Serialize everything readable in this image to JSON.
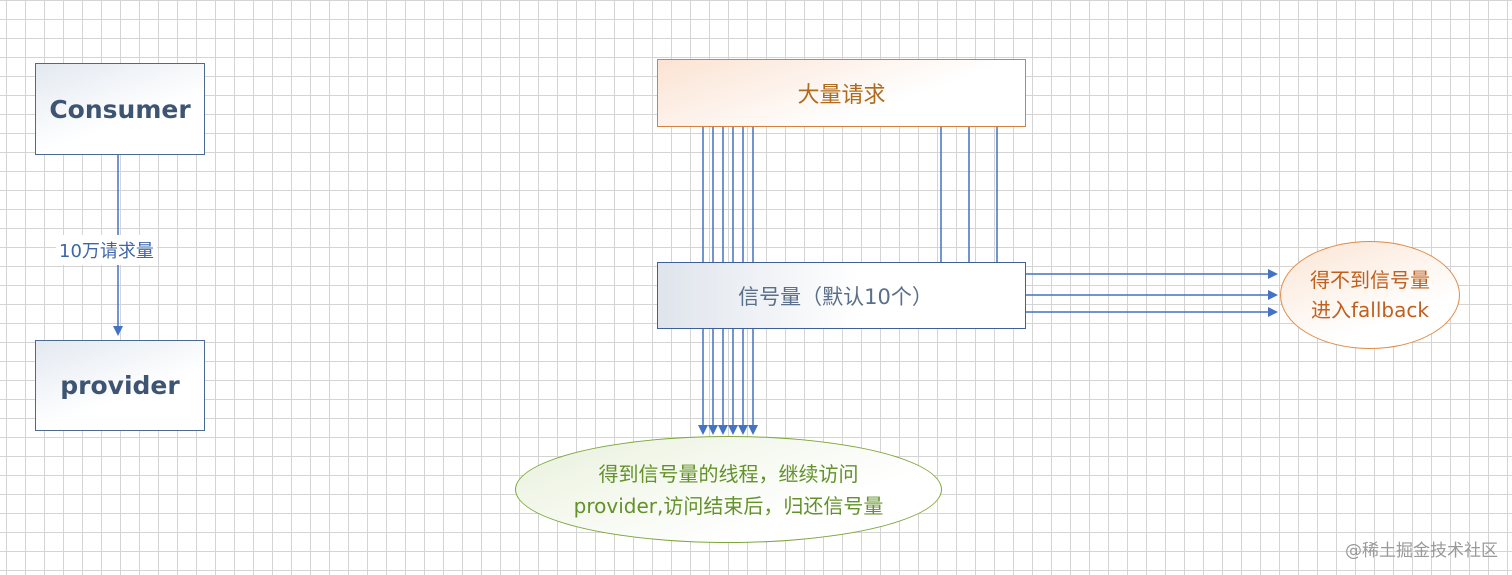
{
  "nodes": {
    "consumer": "Consumer",
    "provider": "provider",
    "bulk_requests": "大量请求",
    "semaphore": "信号量（默认10个）",
    "fallback": {
      "line1": "得不到信号量",
      "line2": "进入fallback"
    },
    "acquired": {
      "line1": "得到信号量的线程，继续访问",
      "line2": "provider,访问结束后，归还信号量"
    }
  },
  "edges": {
    "consumer_to_provider_label": "10万请求量"
  },
  "watermark": "@稀土掘金技术社区",
  "colors": {
    "grid": "#d4d4d4",
    "connector": "#4472c4",
    "box_border_blue": "#4a6b8f",
    "box_border_orange": "#d9803f",
    "ellipse_orange_border": "#e08a45",
    "ellipse_green_border": "#7fa63d"
  }
}
